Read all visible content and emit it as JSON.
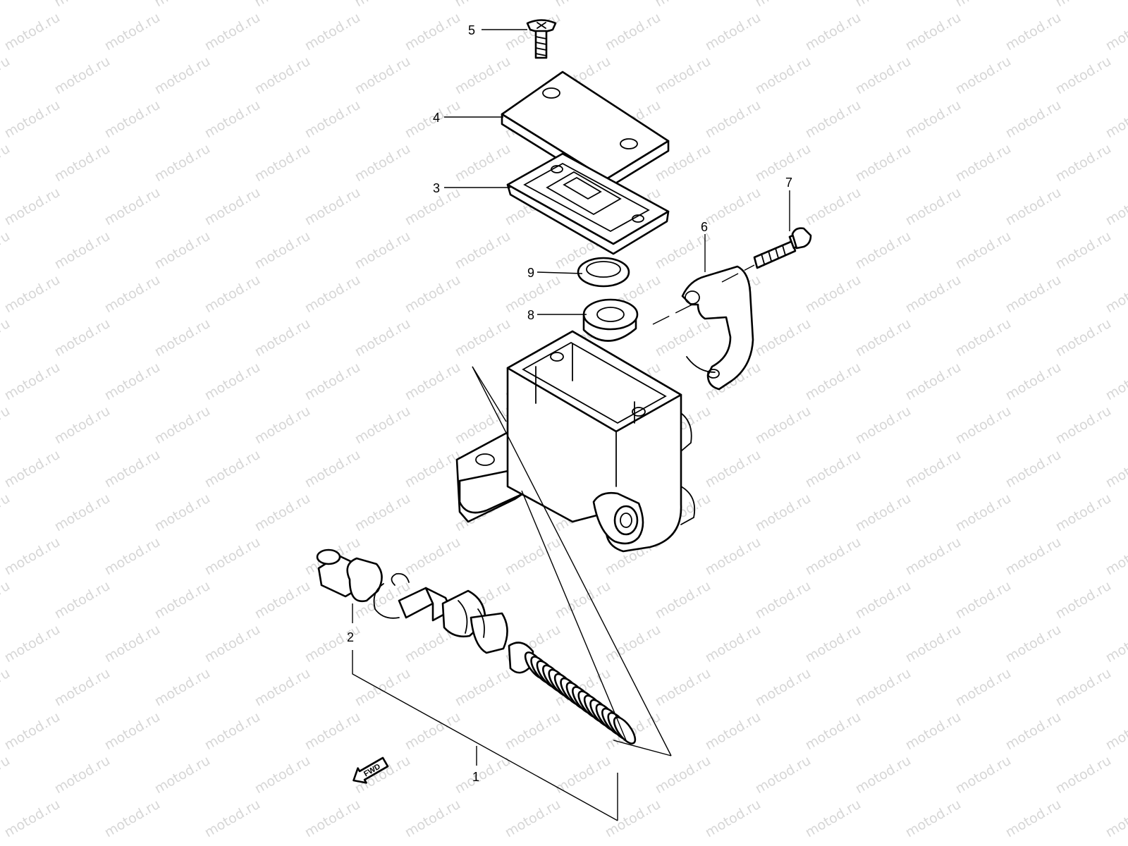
{
  "watermark": {
    "text": "motod.ru",
    "color": "#d6d6d6"
  },
  "direction_marker": {
    "label": "FWD",
    "icon": "arrow-left-icon"
  },
  "callouts": [
    {
      "id": "1",
      "label": "1"
    },
    {
      "id": "2",
      "label": "2"
    },
    {
      "id": "3",
      "label": "3"
    },
    {
      "id": "4",
      "label": "4"
    },
    {
      "id": "5",
      "label": "5"
    },
    {
      "id": "6",
      "label": "6"
    },
    {
      "id": "7",
      "label": "7"
    },
    {
      "id": "8",
      "label": "8"
    },
    {
      "id": "9",
      "label": "9"
    }
  ]
}
